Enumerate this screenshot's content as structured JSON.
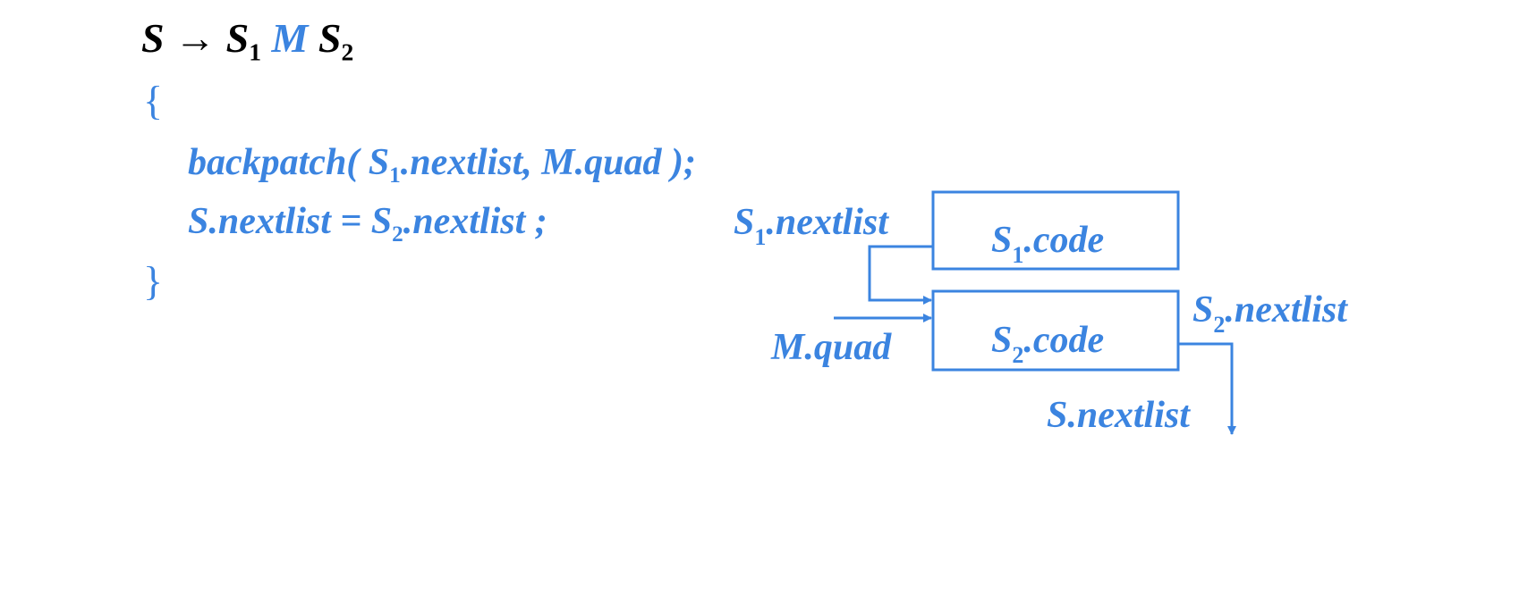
{
  "production": {
    "lhs": "S",
    "arrow": "→",
    "s1": "S",
    "s1_sub": "1",
    "m": "M",
    "s2": "S",
    "s2_sub": "2"
  },
  "code": {
    "open_brace": "{",
    "line1_prefix": "backpatch( S",
    "line1_sub": "1",
    "line1_mid": ".nextlist,  ",
    "line1_quad": "M.quad",
    "line1_end": " );",
    "line2_prefix": "S.nextlist = S",
    "line2_sub": "2",
    "line2_end": ".nextlist ;",
    "close_brace": "}"
  },
  "diagram": {
    "s1_nextlist_main": "S",
    "s1_nextlist_sub": "1",
    "s1_nextlist_tail": ".nextlist",
    "s1_code_main": "S",
    "s1_code_sub": "1",
    "s1_code_tail": ".code",
    "s2_code_main": "S",
    "s2_code_sub": "2",
    "s2_code_tail": ".code",
    "s2_nextlist_main": "S",
    "s2_nextlist_sub": "2",
    "s2_nextlist_tail": ".nextlist",
    "m_quad": "M.quad",
    "s_nextlist": "S.nextlist",
    "color": "#3b84e0"
  }
}
